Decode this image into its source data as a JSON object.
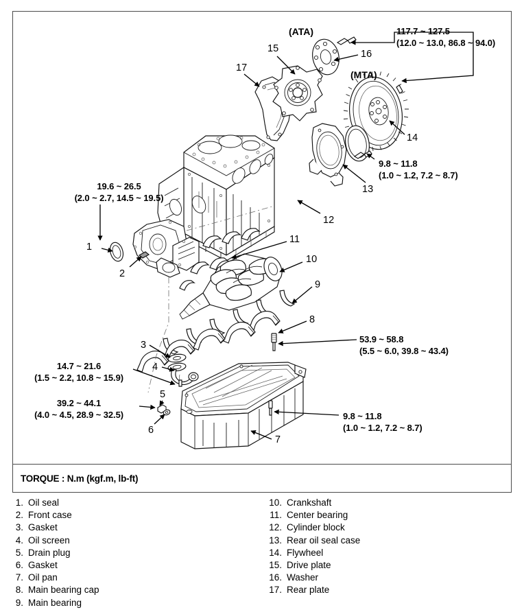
{
  "figure": {
    "torque_note": "TORQUE : N.m (kgf.m, lb-ft)",
    "transmission_labels": [
      {
        "id": "ata",
        "text": "(ATA)"
      },
      {
        "id": "mta",
        "text": "(MTA)"
      }
    ],
    "torque_callouts": [
      {
        "id": "flywheel-bolt",
        "line1": "117.7 ~ 127.5",
        "line2": "(12.0 ~ 13.0, 86.8 ~ 94.0)"
      },
      {
        "id": "rear-oil-seal-case-bolt",
        "line1": "9.8 ~ 11.8",
        "line2": "(1.0 ~ 1.2, 7.2 ~ 8.7)"
      },
      {
        "id": "front-case-bolt",
        "line1": "19.6 ~ 26.5",
        "line2": "(2.0 ~ 2.7, 14.5 ~ 19.5)"
      },
      {
        "id": "oil-screen-bolt",
        "line1": "14.7 ~ 21.6",
        "line2": "(1.5 ~ 2.2, 10.8 ~ 15.9)"
      },
      {
        "id": "drain-plug",
        "line1": "39.2 ~ 44.1",
        "line2": "(4.0 ~ 4.5, 28.9 ~ 32.5)"
      },
      {
        "id": "main-bearing-cap-bolt",
        "line1": "53.9 ~ 58.8",
        "line2": "(5.5 ~ 6.0, 39.8 ~ 43.4)"
      },
      {
        "id": "oil-pan-bolt",
        "line1": "9.8 ~ 11.8",
        "line2": "(1.0 ~ 1.2, 7.2 ~ 8.7)"
      }
    ],
    "item_numbers": [
      {
        "id": "1",
        "text": "1"
      },
      {
        "id": "2",
        "text": "2"
      },
      {
        "id": "3",
        "text": "3"
      },
      {
        "id": "4",
        "text": "4"
      },
      {
        "id": "5",
        "text": "5"
      },
      {
        "id": "6",
        "text": "6"
      },
      {
        "id": "7",
        "text": "7"
      },
      {
        "id": "8",
        "text": "8"
      },
      {
        "id": "9",
        "text": "9"
      },
      {
        "id": "10",
        "text": "10"
      },
      {
        "id": "11",
        "text": "11"
      },
      {
        "id": "12",
        "text": "12"
      },
      {
        "id": "13",
        "text": "13"
      },
      {
        "id": "14",
        "text": "14"
      },
      {
        "id": "15",
        "text": "15"
      },
      {
        "id": "16",
        "text": "16"
      },
      {
        "id": "17",
        "text": "17"
      }
    ]
  },
  "parts_legend": {
    "left_column": [
      {
        "num": "1.",
        "label": "Oil seal"
      },
      {
        "num": "2.",
        "label": "Front case"
      },
      {
        "num": "3.",
        "label": "Gasket"
      },
      {
        "num": "4.",
        "label": "Oil screen"
      },
      {
        "num": "5.",
        "label": "Drain plug"
      },
      {
        "num": "6.",
        "label": "Gasket"
      },
      {
        "num": "7.",
        "label": "Oil pan"
      },
      {
        "num": "8.",
        "label": "Main bearing cap"
      },
      {
        "num": "9.",
        "label": "Main bearing"
      }
    ],
    "right_column": [
      {
        "num": "10.",
        "label": "Crankshaft"
      },
      {
        "num": "11.",
        "label": "Center bearing"
      },
      {
        "num": "12.",
        "label": "Cylinder block"
      },
      {
        "num": "13.",
        "label": "Rear oil seal case"
      },
      {
        "num": "14.",
        "label": "Flywheel"
      },
      {
        "num": "15.",
        "label": "Drive plate"
      },
      {
        "num": "16.",
        "label": "Washer"
      },
      {
        "num": "17.",
        "label": "Rear plate"
      }
    ]
  },
  "colors": {
    "line": "#1a1a1a",
    "frame": "#4a4a4a",
    "background": "#ffffff"
  }
}
